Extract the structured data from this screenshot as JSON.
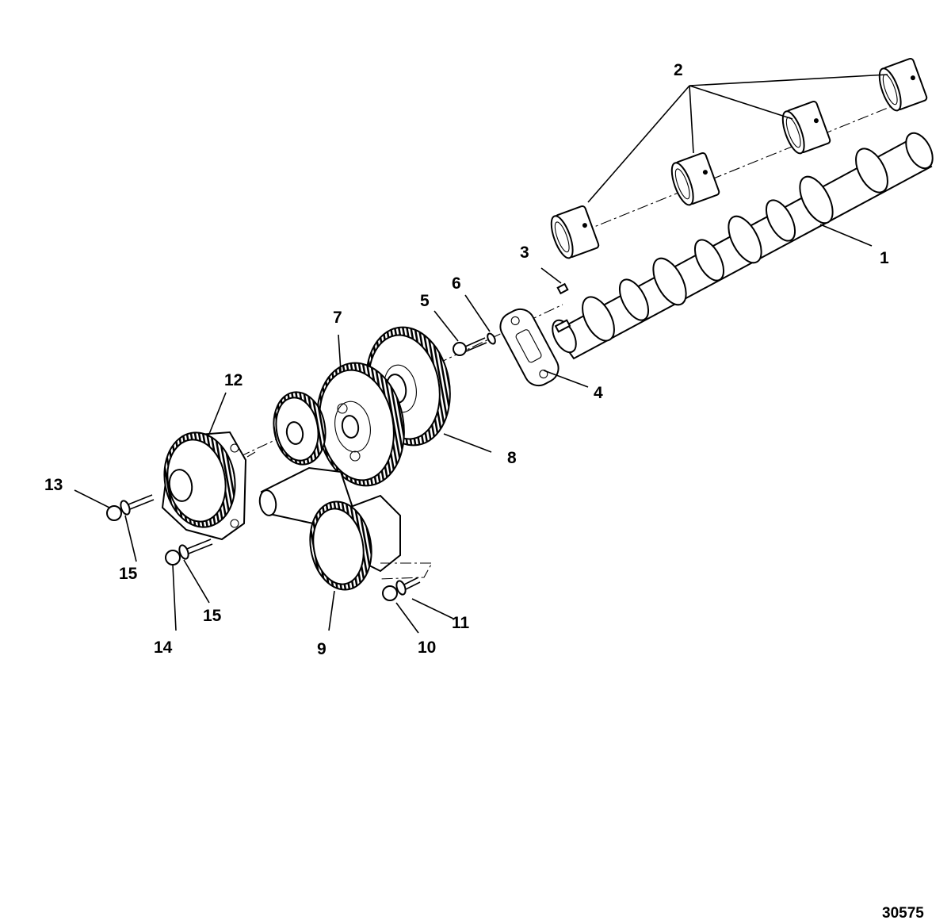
{
  "diagram": {
    "figure_number": "30575",
    "callouts": [
      {
        "id": "1",
        "label": "1"
      },
      {
        "id": "2",
        "label": "2"
      },
      {
        "id": "3",
        "label": "3"
      },
      {
        "id": "4",
        "label": "4"
      },
      {
        "id": "5",
        "label": "5"
      },
      {
        "id": "6",
        "label": "6"
      },
      {
        "id": "7",
        "label": "7"
      },
      {
        "id": "8",
        "label": "8"
      },
      {
        "id": "9",
        "label": "9"
      },
      {
        "id": "10",
        "label": "10"
      },
      {
        "id": "11",
        "label": "11"
      },
      {
        "id": "12",
        "label": "12"
      },
      {
        "id": "13",
        "label": "13"
      },
      {
        "id": "14",
        "label": "14"
      },
      {
        "id": "15a",
        "label": "15"
      },
      {
        "id": "15b",
        "label": "15"
      }
    ]
  }
}
